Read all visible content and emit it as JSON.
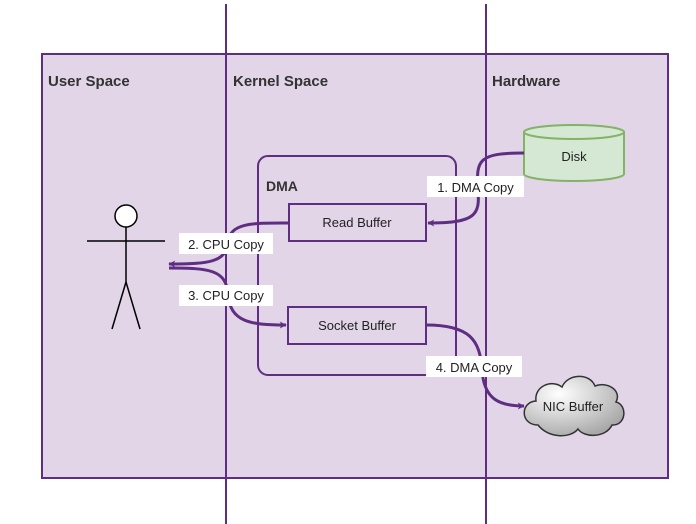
{
  "lanes": {
    "user": {
      "title": "User Space"
    },
    "kernel": {
      "title": "Kernel Space"
    },
    "hardware": {
      "title": "Hardware"
    }
  },
  "nodes": {
    "dma_group": {
      "label": "DMA"
    },
    "read_buffer": {
      "label": "Read Buffer"
    },
    "socket_buffer": {
      "label": "Socket Buffer"
    },
    "disk": {
      "label": "Disk"
    },
    "nic_buffer": {
      "label": "NIC Buffer"
    }
  },
  "edges": {
    "dma_copy_1": {
      "label": "1. DMA Copy"
    },
    "cpu_copy_2": {
      "label": "2. CPU Copy"
    },
    "cpu_copy_3": {
      "label": "3. CPU Copy"
    },
    "dma_copy_4": {
      "label": "4. DMA Copy"
    }
  },
  "colors": {
    "swimlane_fill": "#e1d5e7",
    "border_purple": "#5f2d82",
    "disk_fill": "#d5e8d4",
    "disk_stroke": "#82b366"
  }
}
